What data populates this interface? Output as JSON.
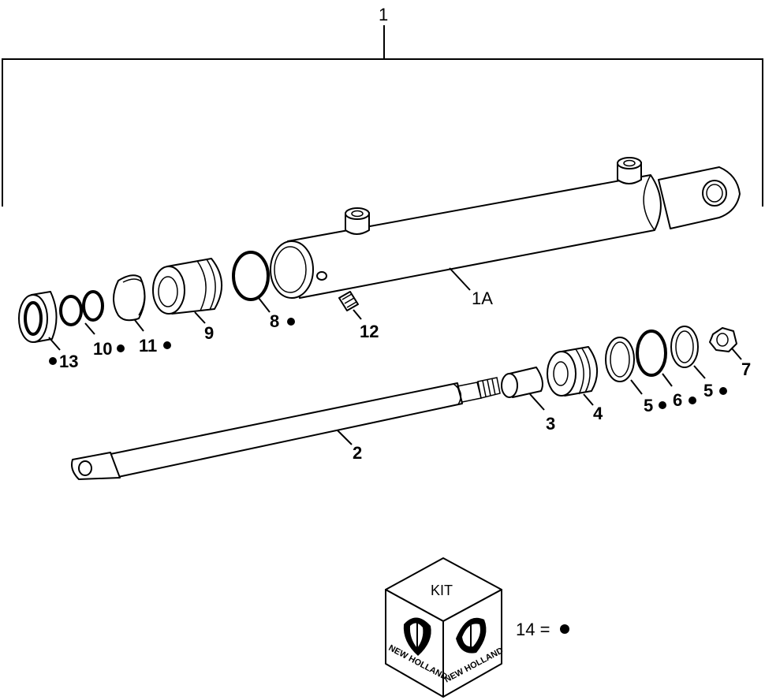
{
  "labels": {
    "assembly": "1",
    "barrel": "1A",
    "rod": "2",
    "spacer": "3",
    "piston": "4",
    "backup_ring_a": "5",
    "o_ring_piston": "6",
    "backup_ring_b": "5",
    "nut": "7",
    "o_ring_gland": "8",
    "gland": "9",
    "rod_seal": "10",
    "snap_ring": "11",
    "grease_fitting": "12",
    "wiper": "13"
  },
  "kit": {
    "box_label": "KIT",
    "brand": "NEW HOLLAND",
    "legend_text": "14 = "
  },
  "colors": {
    "ink": "#000000",
    "paper": "#ffffff"
  }
}
